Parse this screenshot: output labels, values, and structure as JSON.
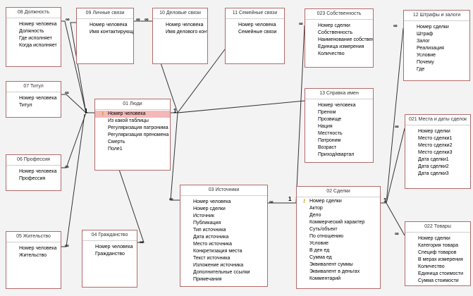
{
  "tables": {
    "dolzhnost": {
      "title": "08 Должность",
      "fields": [
        "Номер человека",
        "Должность",
        "Где исполняет",
        "Когда исполняет"
      ]
    },
    "lichnye_svyazi": {
      "title": "09 Личные связи",
      "fields": [
        "Номер человека",
        "Имя контактирующе"
      ]
    },
    "delovye_svyazi": {
      "title": "10 Деловые связи",
      "fields": [
        "Номер человека",
        "Имя делового конта"
      ]
    },
    "semeynye_svyazi": {
      "title": "11 Семейные связи",
      "fields": [
        "Номер человека",
        "Семейные связи"
      ]
    },
    "sobstvennost": {
      "title": "023 Собственность",
      "fields": [
        "Номер сделки",
        "Собственность",
        "Наименование собственн",
        "Единица измерения",
        "Количество"
      ]
    },
    "shtrafy": {
      "title": "12 Штрафы и залоги",
      "fields": [
        "Номер сделки",
        "Штраф",
        "Залог",
        "Реализация",
        "Условие",
        "Почему",
        "Где"
      ]
    },
    "titul": {
      "title": "07 Титул",
      "fields": [
        "Номер человека",
        "Титул"
      ]
    },
    "lyudi": {
      "title": "01 Люди",
      "fields": [
        "Номер человека",
        "Из какой таблицы",
        "Регуляризация патронима",
        "Регуляризация преномена",
        "Смерть",
        "Поле1"
      ]
    },
    "spravka": {
      "title": "13 Справка имен",
      "fields": [
        "Номер человека",
        "Преном",
        "Прозвище",
        "Нация",
        "Местность",
        "Патроним",
        "Возраст",
        "Приход/квартал"
      ]
    },
    "mesta": {
      "title": "021 Места и даты сделок",
      "fields": [
        "Номер сделки",
        "Место сделки1",
        "Место сделки2",
        "Место сделки3",
        "Дата сделки1",
        "Дата сделки2",
        "Дата сделки3"
      ]
    },
    "professiya": {
      "title": "06 Профессия",
      "fields": [
        "Номер человека",
        "Профессия"
      ]
    },
    "istochniki": {
      "title": "03 Источники",
      "fields": [
        "Номер человека",
        "Номер сделки",
        "Источник",
        "Публикация",
        "Тип источника",
        "Дата источника",
        "Место источника",
        "Конкретизация места",
        "Текст источника",
        "Изложение источника",
        "Дополнительные ссылки",
        "Примечания"
      ]
    },
    "sdelki": {
      "title": "02 Сделки",
      "fields": [
        "Номер сделки",
        "Актор",
        "Дело",
        "Коммерческий характер",
        "Суть/объект",
        "По отношению",
        "Условие",
        "В ден ед",
        "Сумма ед",
        "Эквивалент суммы",
        "Эквивалент в деньгах",
        "Комментарий"
      ]
    },
    "zhitelstvo": {
      "title": "05 Жительство",
      "fields": [
        "Номер человека",
        "Жительство"
      ]
    },
    "grazhdanstvo": {
      "title": "04 Гражданство",
      "fields": [
        "Номер человека",
        "Гражданство"
      ]
    },
    "tovary": {
      "title": "022 Товары",
      "fields": [
        "Номер сделки",
        "Категория товара",
        "Специф товаров",
        "В мерах измерения",
        "Количество",
        "Единица стоимости",
        "Сумма стоимости"
      ]
    }
  },
  "cardinality": {
    "one": "1",
    "many": "∞"
  },
  "icons": {
    "primary_key": "key-icon"
  },
  "colors": {
    "table_border": "#b36a6a",
    "selected_row": "#f4b8b8",
    "line": "#333333",
    "background": "#f3f3f3"
  }
}
